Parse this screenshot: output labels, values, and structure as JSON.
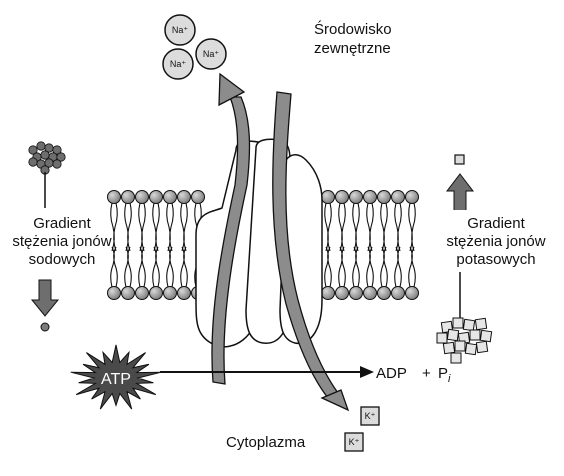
{
  "labels": {
    "extracellular": [
      "Środowisko",
      "zewnętrzne"
    ],
    "cytoplasm": "Cytoplazma",
    "sodium_gradient": [
      "Gradient",
      "stężenia jonów",
      "sodowych"
    ],
    "potassium_gradient": [
      "Gradient",
      "stężenia jonów",
      "potasowych"
    ],
    "atp": "ATP",
    "adp": "ADP",
    "plus": "+",
    "phosphate": "P",
    "phosphate_sub": "i"
  },
  "ions": {
    "sodium": "Na⁺",
    "potassium": "K⁺"
  },
  "colors": {
    "membrane_head": "#9a9a9a",
    "arrow_gray": "#8c8c8c",
    "outline": "#111111",
    "protein_fill": "#ffffff"
  }
}
